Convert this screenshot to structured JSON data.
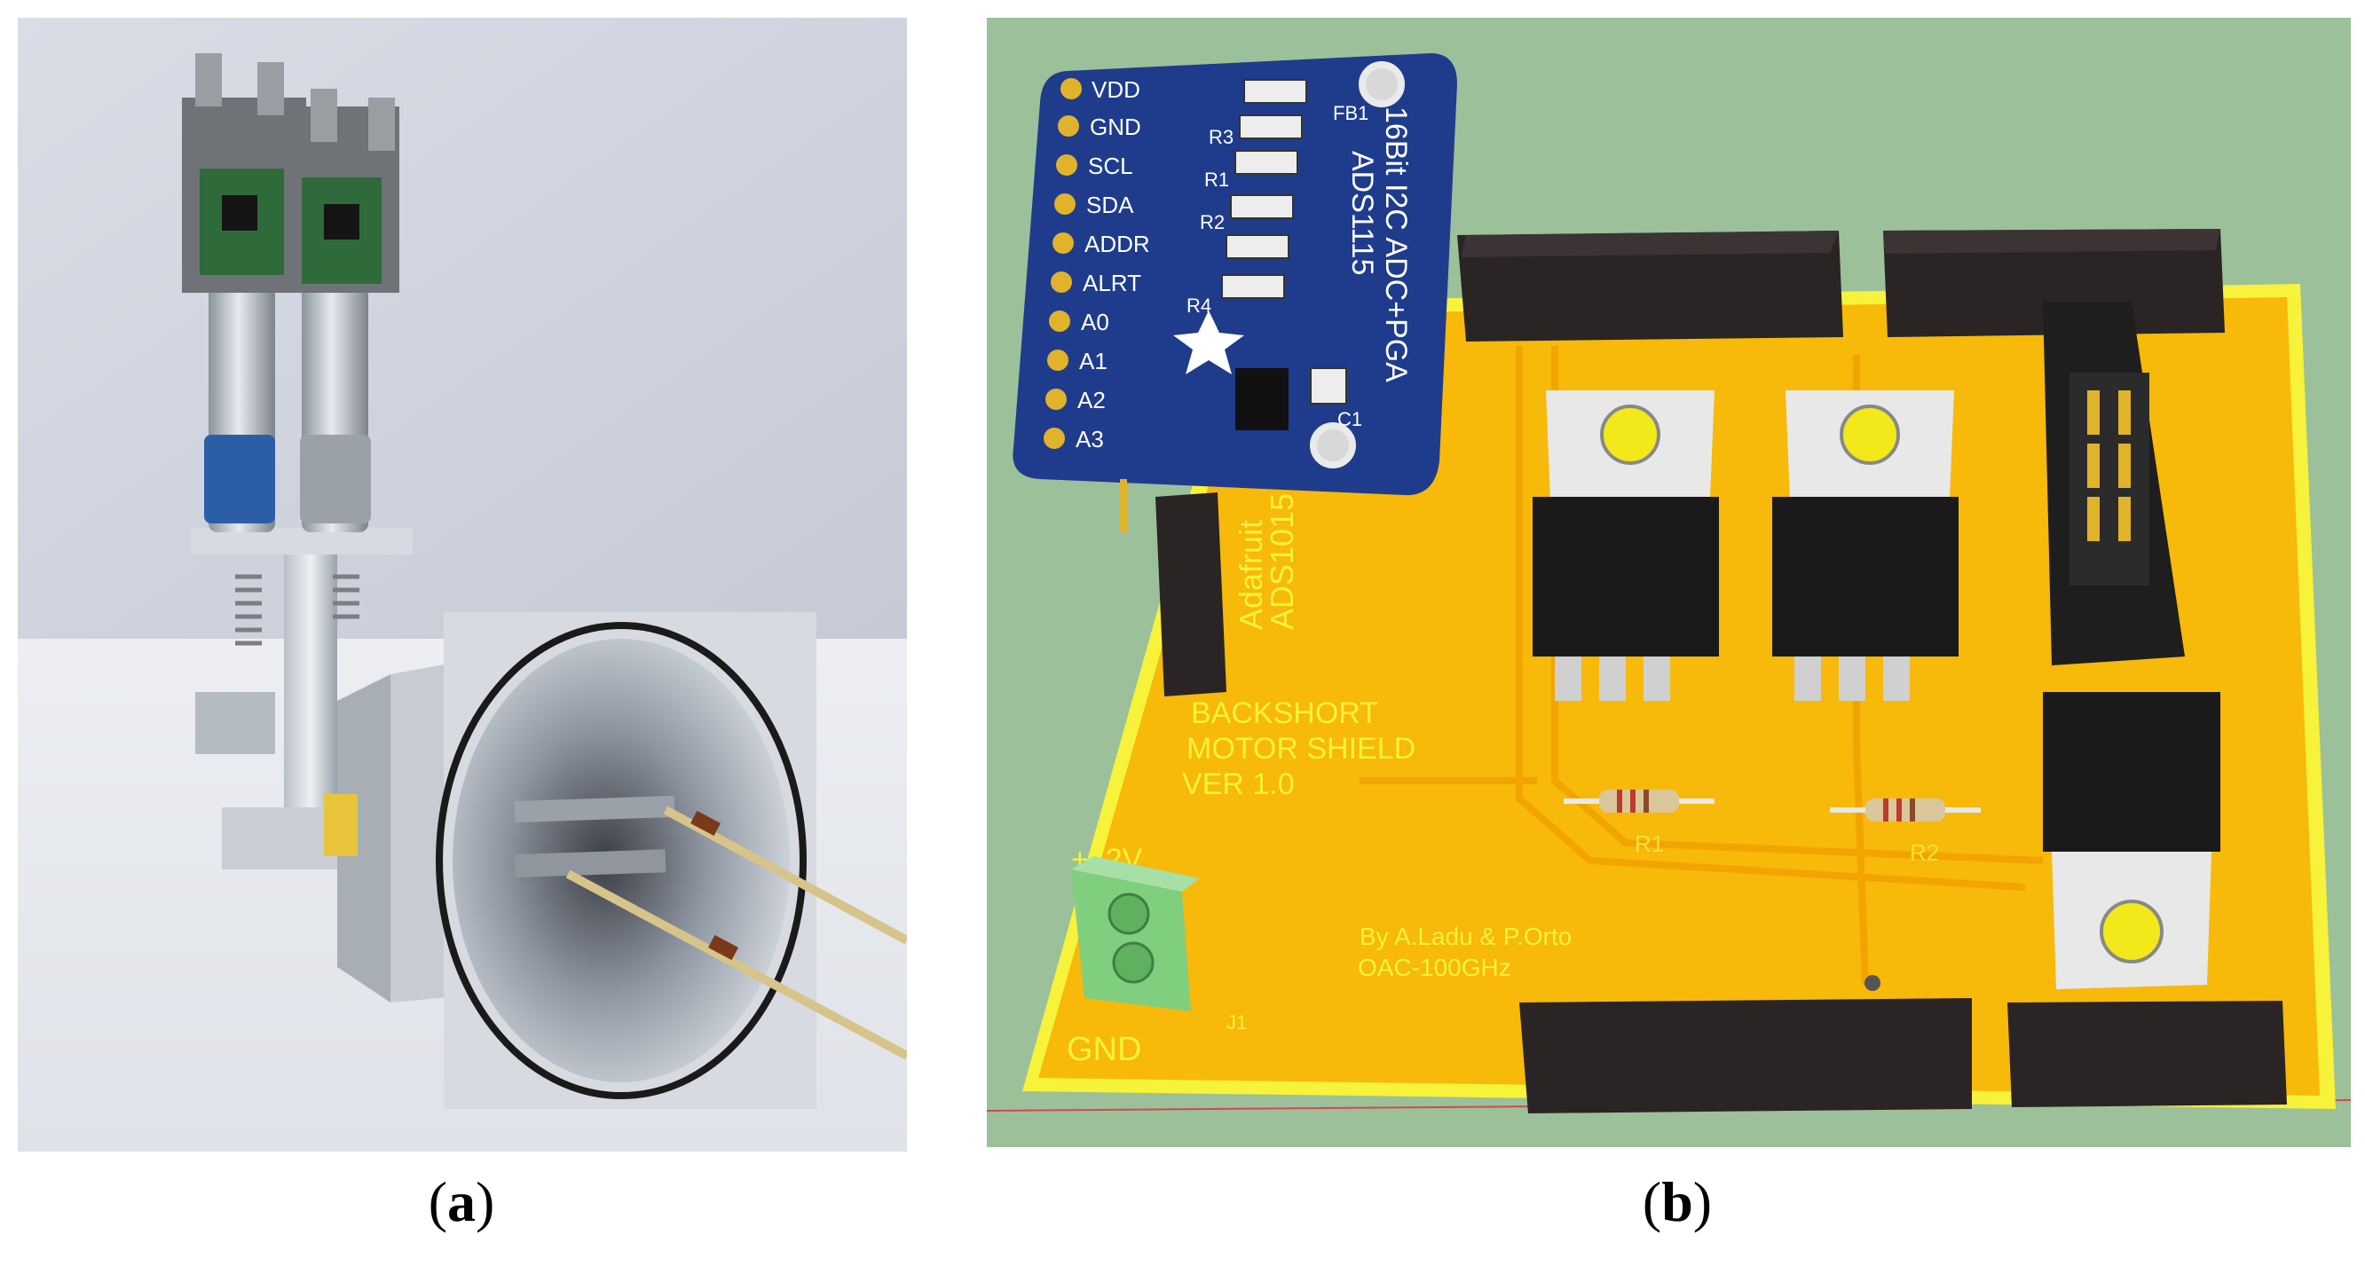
{
  "figure": {
    "panel_a": {
      "caption_open": "(",
      "caption_letter": "a",
      "caption_close": ")"
    },
    "panel_b": {
      "caption_open": "(",
      "caption_letter": "b",
      "caption_close": ")"
    }
  },
  "adc_board": {
    "pins": [
      "VDD",
      "GND",
      "SCL",
      "SDA",
      "ADDR",
      "ALRT",
      "A0",
      "A1",
      "A2",
      "A3"
    ],
    "title_line1": "16Bit I2C ADC+PGA",
    "title_line2": "ADS1115",
    "refs": [
      "R1",
      "R2",
      "R3",
      "R4",
      "FB1",
      "C1"
    ]
  },
  "motor_shield": {
    "silk_title": [
      "BACKSHORT",
      "MOTOR SHIELD",
      "VER 1.0"
    ],
    "silk_credit": [
      "By A.Ladu & P.Orto",
      "OAC-100GHz"
    ],
    "silk_adafruit": [
      "Adafruit",
      "ADS1015"
    ],
    "resistor_labels": [
      "R1",
      "R2"
    ],
    "power_label": "+12V",
    "gnd_label": "GND",
    "terminal_ref": "J1"
  },
  "colors": {
    "background_panel_b": "#9cc09a",
    "pcb_yellow": "#f7b90a",
    "pcb_outline": "#f7f23a",
    "adc_blue": "#1f3c8c",
    "header_black": "#2a2424",
    "terminal_green": "#7fcf7f"
  }
}
